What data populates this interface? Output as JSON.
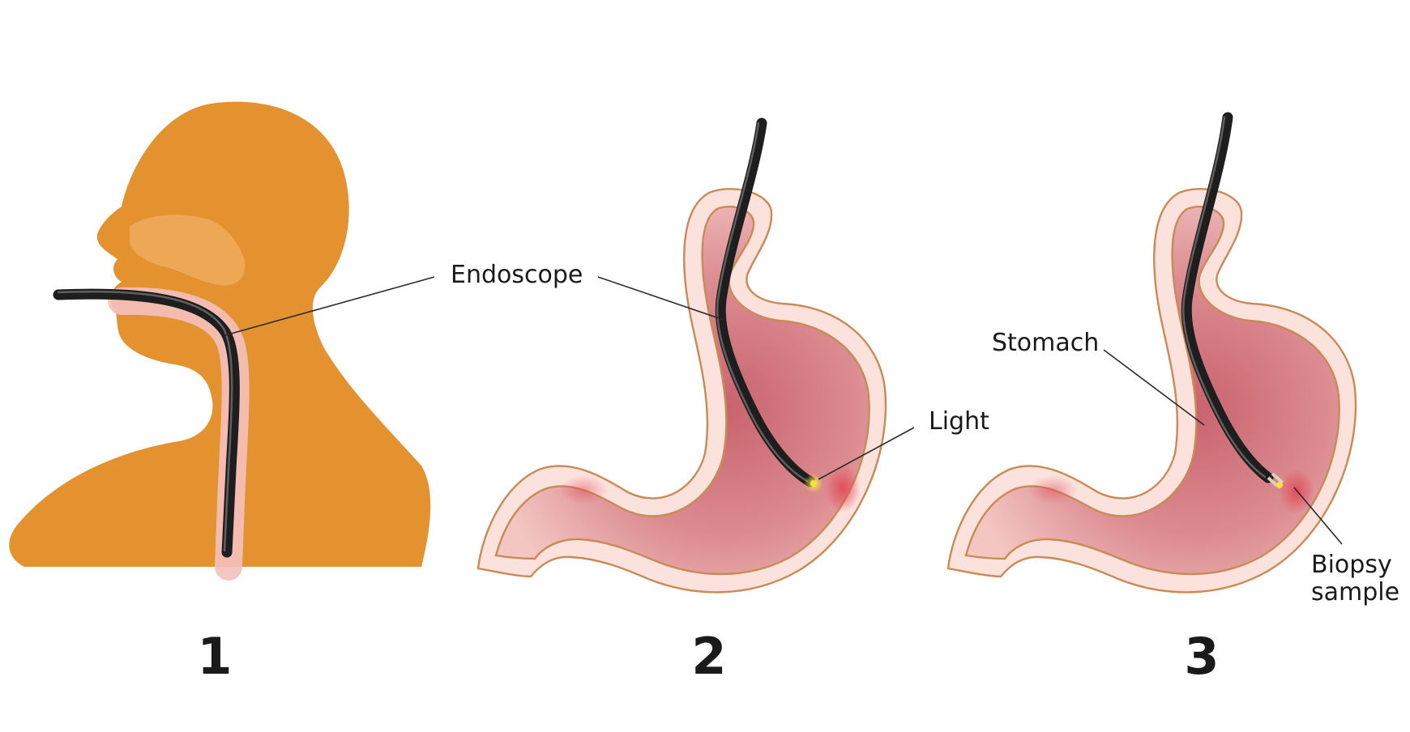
{
  "labels": {
    "endoscope": "Endoscope",
    "stomach": "Stomach",
    "light": "Light",
    "biopsy_line1": "Biopsy",
    "biopsy_line2": "sample"
  },
  "steps": [
    "1",
    "2",
    "3"
  ],
  "colors": {
    "skin": "#e3922f",
    "nasal": "#f0aa5a",
    "stomach_wall": "#fbe2dd",
    "stomach_outline": "#c98a55",
    "stomach_inner": "#e3a0a4",
    "stomach_deep": "#c9636e",
    "endoscope": "#1e1e1e",
    "light": "#f7e13a",
    "biopsy": "#e24a58"
  }
}
